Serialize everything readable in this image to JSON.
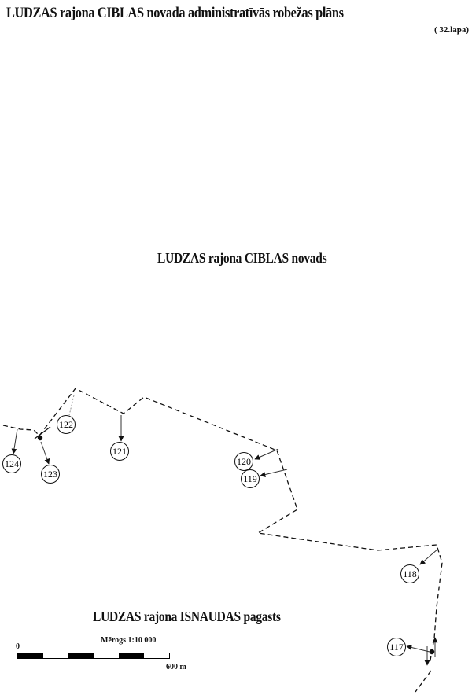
{
  "header": {
    "title": "LUDZAS rajona CIBLAS novada administratīvās robežas plāns",
    "sheet": "( 32.lapa)"
  },
  "areas": {
    "north": "LUDZAS rajona CIBLAS novads",
    "south": "LUDZAS rajona ISNAUDAS pagasts"
  },
  "scale": {
    "title": "Mērogs 1:10 000",
    "start": "0",
    "end": "600 m"
  },
  "points": [
    "117",
    "118",
    "119",
    "120",
    "121",
    "122",
    "123",
    "124"
  ],
  "colors": {
    "ink": "#111111",
    "paper": "#ffffff"
  }
}
